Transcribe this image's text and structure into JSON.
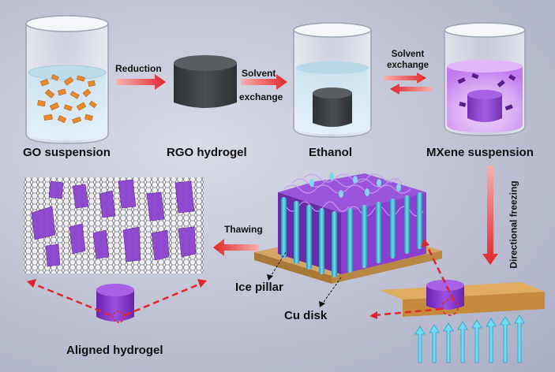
{
  "steps": {
    "go_suspension": "GO suspension",
    "rgo_hydrogel": "RGO hydrogel",
    "ethanol": "Ethanol",
    "mxene_suspension": "MXene suspension",
    "aligned_hydrogel": "Aligned hydrogel"
  },
  "arrows": {
    "reduction": "Reduction",
    "solvent": "Solvent",
    "exchange": "exchange",
    "directional_freezing": "Directional freezing",
    "thawing": "Thawing"
  },
  "parts": {
    "ice_pillar": "Ice pillar",
    "cu_disk": "Cu disk"
  },
  "colors": {
    "go_flake": "#e8892a",
    "rgo_block": "#3f4144",
    "mxene": "#8a3fd0",
    "ice": "#4fb9d8",
    "copper": "#c79a52",
    "arrow_red": "#e0262a"
  }
}
